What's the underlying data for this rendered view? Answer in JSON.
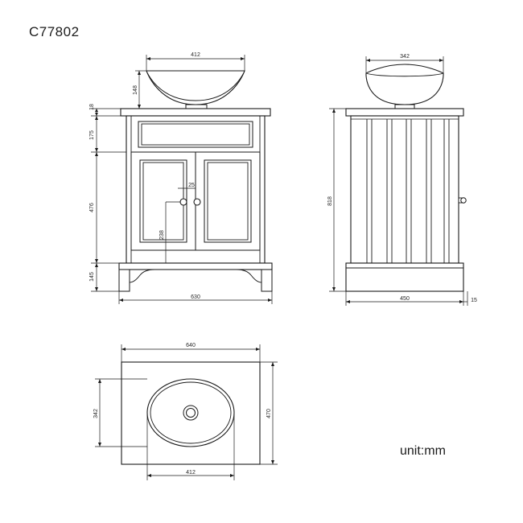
{
  "document": {
    "title": "C77802",
    "unit_note": "unit:mm",
    "background_color": "#ffffff",
    "line_color": "#1a1a1a",
    "dimension_text_color": "#262626"
  },
  "views": {
    "front_elevation": {
      "name": "front-elevation",
      "dimensions": {
        "basin_width": "412",
        "basin_height": "148",
        "countertop_thickness": "18",
        "drawer_height": "175",
        "door_height": "476",
        "plinth_height": "145",
        "overall_width": "630",
        "knob_diameter": "25",
        "knob_height_from_bottom": "238"
      }
    },
    "side_elevation": {
      "name": "side-elevation",
      "dimensions": {
        "basin_depth": "342",
        "overall_height": "818",
        "cabinet_depth": "450",
        "plinth_offset": "15"
      }
    },
    "plan_view": {
      "name": "plan-view",
      "dimensions": {
        "countertop_width": "640",
        "countertop_depth": "470",
        "basin_depth": "342",
        "basin_width": "412"
      }
    }
  },
  "labels": {
    "d412_front": "412",
    "d148": "148",
    "d18": "18",
    "d175": "175",
    "d476": "476",
    "d145": "145",
    "d630": "630",
    "d25": "25",
    "d238": "238",
    "d342_side": "342",
    "d818": "818",
    "d450": "450",
    "d15": "15",
    "d640": "640",
    "d470": "470",
    "d342_plan": "342",
    "d412_plan": "412"
  }
}
